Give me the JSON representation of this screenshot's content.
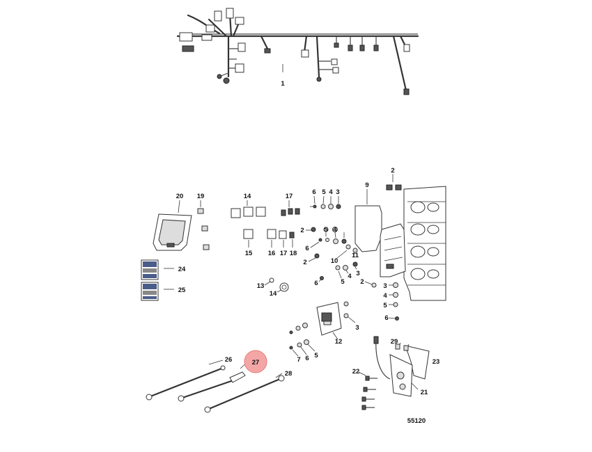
{
  "diagram_id": "55120",
  "highlighted_callout": "26",
  "colors": {
    "highlight": "#f4a6a6",
    "ink": "#333333"
  },
  "callouts": [
    {
      "id": "c1",
      "text": "1"
    },
    {
      "id": "c2a",
      "text": "2"
    },
    {
      "id": "c2b",
      "text": "2"
    },
    {
      "id": "c2c",
      "text": "2"
    },
    {
      "id": "c2d",
      "text": "2"
    },
    {
      "id": "c3a",
      "text": "3"
    },
    {
      "id": "c3b",
      "text": "3"
    },
    {
      "id": "c3c",
      "text": "3"
    },
    {
      "id": "c3d",
      "text": "3"
    },
    {
      "id": "c4a",
      "text": "4"
    },
    {
      "id": "c4b",
      "text": "4"
    },
    {
      "id": "c4c",
      "text": "4"
    },
    {
      "id": "c4d",
      "text": "4"
    },
    {
      "id": "c5a",
      "text": "5"
    },
    {
      "id": "c5b",
      "text": "5"
    },
    {
      "id": "c5c",
      "text": "5"
    },
    {
      "id": "c5d",
      "text": "5"
    },
    {
      "id": "c5e",
      "text": "5"
    },
    {
      "id": "c6a",
      "text": "6"
    },
    {
      "id": "c6b",
      "text": "6"
    },
    {
      "id": "c6c",
      "text": "6"
    },
    {
      "id": "c6d",
      "text": "6"
    },
    {
      "id": "c6e",
      "text": "6"
    },
    {
      "id": "c7",
      "text": "7"
    },
    {
      "id": "c9",
      "text": "9"
    },
    {
      "id": "c10",
      "text": "10"
    },
    {
      "id": "c11",
      "text": "11"
    },
    {
      "id": "c12",
      "text": "12"
    },
    {
      "id": "c13",
      "text": "13"
    },
    {
      "id": "c14a",
      "text": "14"
    },
    {
      "id": "c14b",
      "text": "14"
    },
    {
      "id": "c15",
      "text": "15"
    },
    {
      "id": "c16",
      "text": "16"
    },
    {
      "id": "c17a",
      "text": "17"
    },
    {
      "id": "c17b",
      "text": "17"
    },
    {
      "id": "c18",
      "text": "18"
    },
    {
      "id": "c19",
      "text": "19"
    },
    {
      "id": "c20",
      "text": "20"
    },
    {
      "id": "c21",
      "text": "21"
    },
    {
      "id": "c22",
      "text": "22"
    },
    {
      "id": "c23",
      "text": "23"
    },
    {
      "id": "c24",
      "text": "24"
    },
    {
      "id": "c25",
      "text": "25"
    },
    {
      "id": "c26",
      "text": "26"
    },
    {
      "id": "c27",
      "text": "27"
    },
    {
      "id": "c28",
      "text": "28"
    },
    {
      "id": "c29",
      "text": "29"
    }
  ]
}
